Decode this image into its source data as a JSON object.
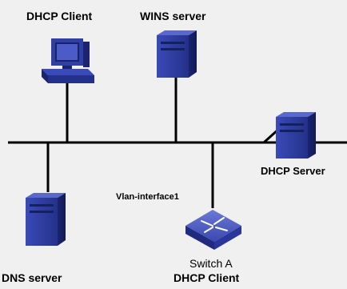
{
  "nodes": {
    "dhcp_client_pc": {
      "label": "DHCP Client",
      "icon": "pc-icon"
    },
    "wins_server": {
      "label": "WINS server",
      "icon": "server-icon"
    },
    "dhcp_server": {
      "label": "DHCP Server",
      "icon": "server-icon"
    },
    "dns_server": {
      "label": "DNS server",
      "icon": "server-icon"
    },
    "switch_a": {
      "name": "Switch A",
      "role": "DHCP Client",
      "interface": "Vlan-interface1",
      "icon": "switch-icon"
    }
  },
  "colors": {
    "background": "#f0f0f0",
    "device_blue": "#2f3fa4",
    "device_dark": "#1a237a",
    "line": "#000000"
  }
}
